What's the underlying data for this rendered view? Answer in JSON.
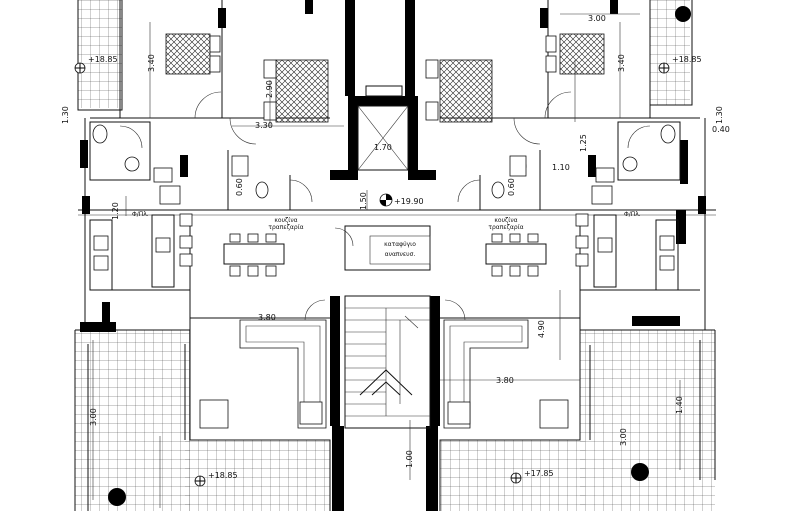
{
  "plan": {
    "dimensions": {
      "d_300_top": "3.00",
      "d_330": "3.30",
      "d_170": "1.70",
      "d_150": "1.50",
      "d_380_left": "3.80",
      "d_380_right": "3.80",
      "d_490": "4.90",
      "d_130_left": "1.30",
      "d_130_right": "1.30",
      "d_040": "0.40",
      "d_125": "1.25",
      "d_110": "1.10",
      "d_120": "1.20",
      "d_340_left": "3.40",
      "d_340_right": "3.40",
      "d_290": "2.90",
      "d_300_left": "3.00",
      "d_300_bottom": "3.00",
      "d_100": "1.00",
      "d_140": "1.40",
      "d_060_left": "0.60",
      "d_060_right": "0.60"
    },
    "levels": {
      "lvl_top_left": "+18.85",
      "lvl_top_right": "+18.85",
      "lvl_core": "+19.90",
      "lvl_bottom_left": "+18.85",
      "lvl_bottom_right": "+17.85"
    },
    "rooms": {
      "kitchen_left": "κουζίνα",
      "dining_left": "τραπεζαρία",
      "kitchen_right": "κουζίνα",
      "dining_right": "τραπεζαρία",
      "wm_left": "Φ/Πλ.",
      "wm_right": "Φ/Πλ.",
      "shelter_1": "καταφύγιο",
      "shelter_2": "αναπνευσ."
    }
  }
}
